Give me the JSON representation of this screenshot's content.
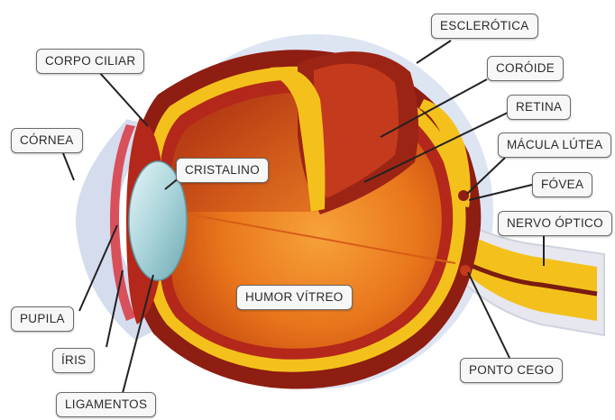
{
  "labels": {
    "esclerotica": "ESCLERÓTICA",
    "coroide": "CORÓIDE",
    "retina": "RETINA",
    "macula_lutea": "MÁCULA LÚTEA",
    "fovea": "FÓVEA",
    "nervo_optico": "NERVO ÓPTICO",
    "ponto_cego": "PONTO CEGO",
    "corpo_ciliar": "CORPO CILIAR",
    "cornea": "CÓRNEA",
    "cristalino": "CRISTALINO",
    "humor_vitreo": "HUMOR VÍTREO",
    "pupila": "PUPILA",
    "iris": "ÍRIS",
    "ligamentos": "LIGAMENTOS"
  },
  "colors": {
    "sclera": "#d8e0f0",
    "choroid": "#8e1d12",
    "retina": "#f4c11c",
    "vitreous": "#e2701a",
    "lens": "#a9d4da",
    "leader_line": "#222222"
  }
}
